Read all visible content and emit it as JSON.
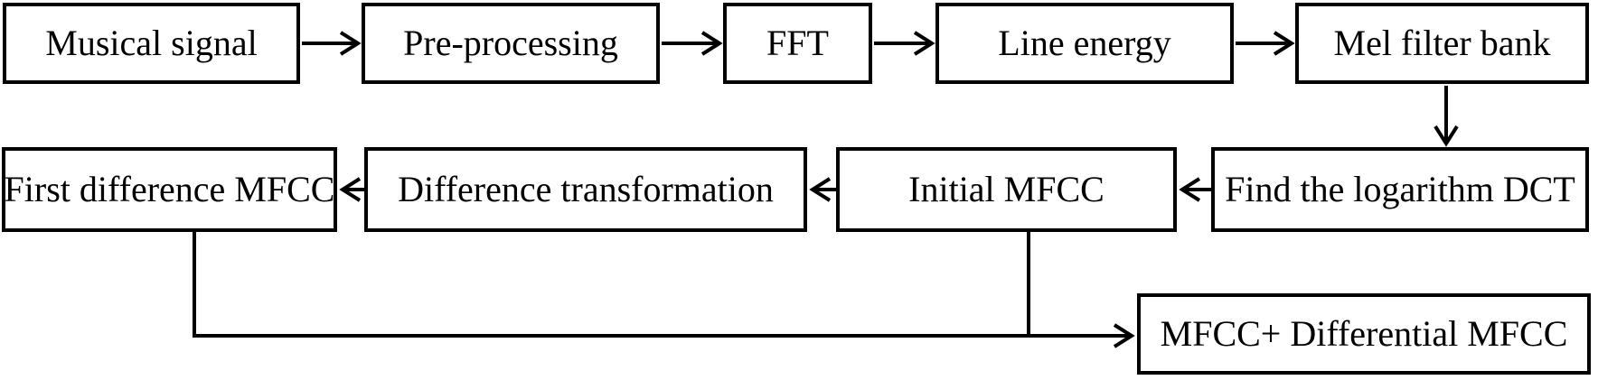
{
  "diagram": {
    "type": "flowchart",
    "background_color": "#ffffff",
    "line_color": "#000000",
    "nodes": {
      "musical_signal": {
        "label": "Musical signal"
      },
      "pre_processing": {
        "label": "Pre-processing"
      },
      "fft": {
        "label": "FFT"
      },
      "line_energy": {
        "label": "Line energy"
      },
      "mel_filter_bank": {
        "label": "Mel filter bank"
      },
      "first_difference_mfcc": {
        "label": "First difference MFCC"
      },
      "difference_transformation": {
        "label": "Difference transformation"
      },
      "initial_mfcc": {
        "label": "Initial MFCC"
      },
      "find_logarithm_dct": {
        "label": "Find the logarithm DCT"
      },
      "mfcc_plus_differential_mfcc": {
        "label": "MFCC+ Differential MFCC"
      }
    },
    "edges": [
      {
        "from": "musical_signal",
        "to": "pre_processing",
        "direction": "right"
      },
      {
        "from": "pre_processing",
        "to": "fft",
        "direction": "right"
      },
      {
        "from": "fft",
        "to": "line_energy",
        "direction": "right"
      },
      {
        "from": "line_energy",
        "to": "mel_filter_bank",
        "direction": "right"
      },
      {
        "from": "mel_filter_bank",
        "to": "find_logarithm_dct",
        "direction": "down"
      },
      {
        "from": "find_logarithm_dct",
        "to": "initial_mfcc",
        "direction": "left"
      },
      {
        "from": "initial_mfcc",
        "to": "difference_transformation",
        "direction": "left"
      },
      {
        "from": "difference_transformation",
        "to": "first_difference_mfcc",
        "direction": "left"
      },
      {
        "from": "first_difference_mfcc",
        "to": "mfcc_plus_differential_mfcc",
        "direction": "down-right"
      },
      {
        "from": "initial_mfcc",
        "to": "mfcc_plus_differential_mfcc",
        "direction": "down-right"
      }
    ]
  }
}
